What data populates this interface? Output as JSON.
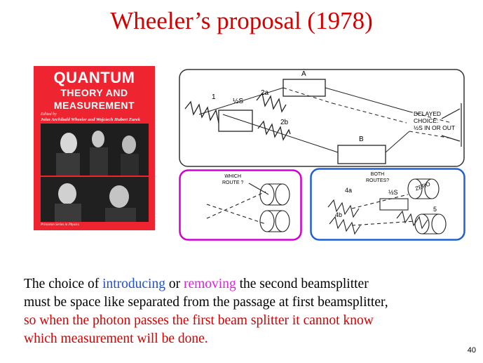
{
  "title": "Wheeler’s proposal (1978)",
  "book": {
    "title_line1": "QUANTUM",
    "title_line2": "THEORY AND",
    "title_line3": "MEASUREMENT",
    "edited_by": "Edited by",
    "editors": "John Archibald Wheeler and Wojciech Hubert Zurek",
    "series": "Princeton Series in Physics",
    "color": "#ee2430"
  },
  "diagram_top": {
    "label_1": "1",
    "label_half_s": "½S",
    "label_2a": "2a",
    "label_2b": "2b",
    "label_a": "A",
    "label_b": "B",
    "delayed_1": "DELAYED",
    "delayed_2": "CHOICE:",
    "delayed_3": "½S IN OR OUT"
  },
  "diagram_which": {
    "line1": "WHICH",
    "line2": "ROUTE ?",
    "border_color": "#d000d0"
  },
  "diagram_both": {
    "line1": "BOTH",
    "line2": "ROUTES?",
    "label_4a": "4a",
    "label_4b": "4b",
    "label_half_s": "½S",
    "label_zero": "ZERO",
    "label_5": "5",
    "border_color": "#2060d0"
  },
  "body": {
    "l1_a": "The choice of ",
    "l1_b": "introducing",
    "l1_c": " or ",
    "l1_d": "removing",
    "l1_e": " the second beamsplitter",
    "l2": "must be space like separated from the passage at first beamsplitter,",
    "l3": "so when the photon passes the first beam splitter it cannot know",
    "l4": "which measurement will be done."
  },
  "page_number": "40",
  "colors": {
    "title": "#d40000",
    "introducing": "#2050d0",
    "removing": "#e020e0",
    "red_text": "#d40000"
  }
}
